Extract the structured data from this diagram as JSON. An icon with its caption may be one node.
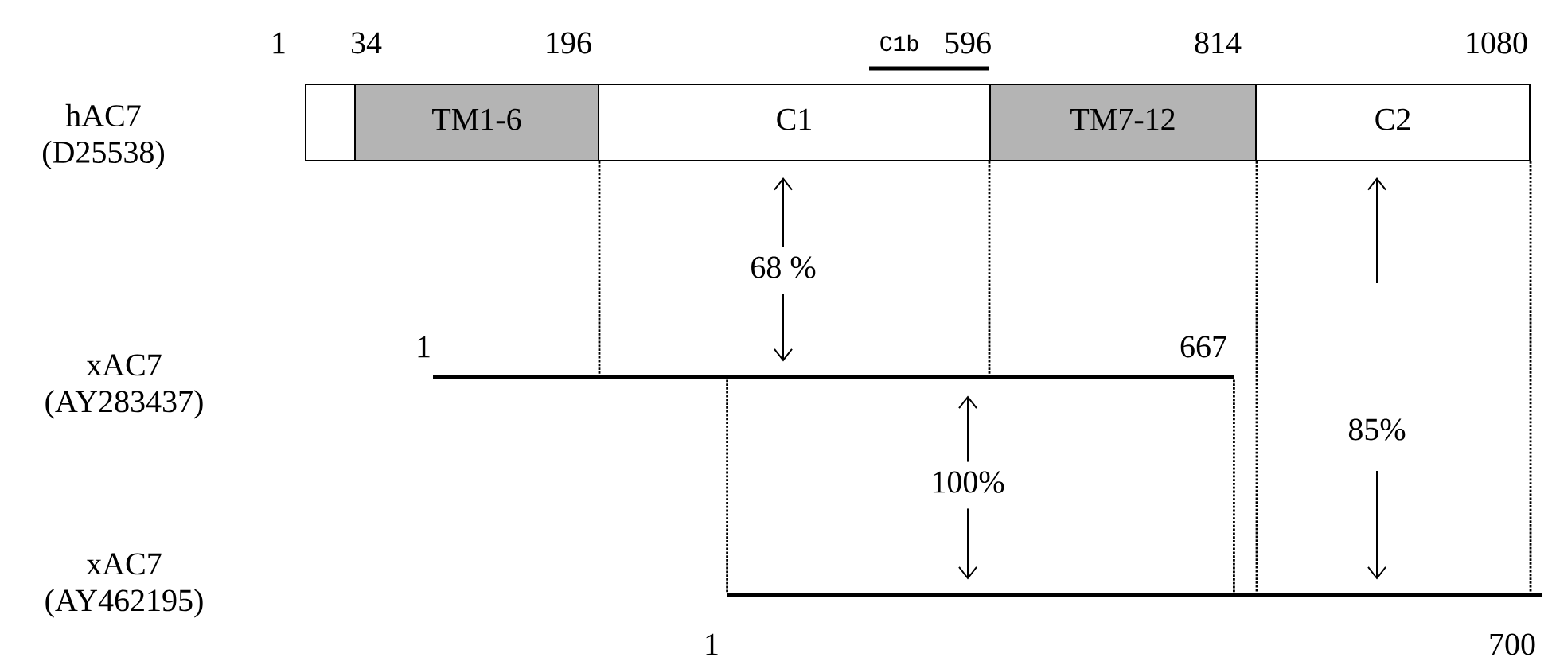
{
  "diagram": {
    "nodes": [
      {
        "text": [],
        "shape": "box"
      },
      {
        "text": [
          "TM1-6"
        ]
      },
      {
        "text": [
          "C1"
        ]
      },
      {
        "text": [
          "TM7-12"
        ]
      },
      {
        "text": [
          "C2"
        ]
      },
      {
        "text": [],
        "shape": "bar",
        "beside": [
          "1",
          "667"
        ]
      },
      {
        "text": [],
        "shape": "bar",
        "beside": [
          "1",
          "700"
        ]
      },
      {
        "text": [
          "68 %"
        ]
      },
      {
        "text": [
          "100%"
        ]
      }
    ],
    "edges": [
      {
        "from": 7,
        "to": 2,
        "arrow": "to"
      },
      {
        "from": 7,
        "to": 5,
        "arrow": "to"
      },
      {
        "from": 8,
        "to": 5,
        "arrow": "to"
      },
      {
        "from": 8,
        "to": 6,
        "arrow": "to"
      },
      {
        "from": null,
        "to": 4,
        "arrow": "to"
      },
      {
        "from": null,
        "to": 6,
        "arrow": "to"
      },
      {
        "from": 1,
        "to": 5,
        "arrow": "none",
        "style": "dashed"
      },
      {
        "from": 3,
        "to": 5,
        "arrow": "none",
        "style": "dashed"
      },
      {
        "from": 3,
        "to": 6,
        "arrow": "none",
        "style": "dashed"
      },
      {
        "from": 4,
        "to": 6,
        "arrow": "none",
        "style": "dashed"
      },
      {
        "from": 5,
        "to": 6,
        "arrow": "none",
        "style": "dashed"
      },
      {
        "from": 5,
        "to": 6,
        "arrow": "none",
        "style": "dashed"
      }
    ],
    "labels": [
      "1",
      "34",
      "196",
      "C1b",
      "596",
      "814",
      "1080",
      "hAC7 (D25538)",
      "xAC7 (AY283437)",
      "xAC7 (AY462195)",
      "85%"
    ]
  }
}
